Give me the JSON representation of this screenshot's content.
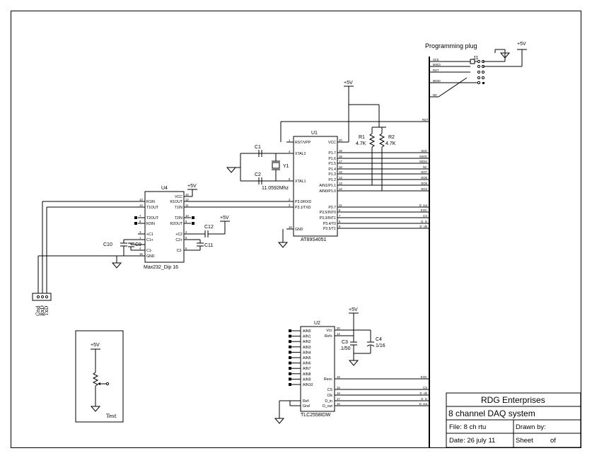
{
  "title_block": {
    "company": "RDG Enterprises",
    "title": "8 channel DAQ system",
    "file_label": "File: 8 ch rtu",
    "drawn_by_label": "Drawn by:",
    "date_label": "Date: 26 july 11",
    "sheet_label": "Sheet",
    "of_label": "of"
  },
  "programming": {
    "label": "Programming plug",
    "ref": "J1",
    "power": "+5V",
    "net_labels": [
      "SCK",
      "MISO",
      "RST",
      "MOSI",
      "NC"
    ]
  },
  "u1": {
    "ref": "U1",
    "part": "AT89S4051",
    "left_pins": [
      "RST/VPP",
      "XTAL2",
      "XTAL1",
      "P3.0/RXD",
      "P3.1/TXD",
      "GND"
    ],
    "left_nums": [
      "1",
      "4",
      "5",
      "2",
      "3",
      "10"
    ],
    "right_pins": [
      "VCC",
      "P1.7",
      "P1.6",
      "P1.5",
      "P1.4",
      "P1.3",
      "P1.2",
      "AIN1/P1.1",
      "AIN0/P1.0",
      "P3.7",
      "P3.5/INT0",
      "P3.3/INT1",
      "P3.4/T0",
      "P3.5/T1"
    ],
    "right_nums": [
      "20",
      "19",
      "18",
      "17",
      "16",
      "15",
      "14",
      "13",
      "12",
      "11",
      "6",
      "7",
      "8",
      "9"
    ],
    "nets_top": [
      "SCK",
      "MISO",
      "MOSI",
      "NC",
      "DO7",
      "DO6",
      "DO5",
      "DO4"
    ],
    "nets_bottom": [
      "D_out",
      "EOC",
      "CS",
      "D_in",
      "D_clk"
    ],
    "rst_net": "RST",
    "power": "+5V"
  },
  "crystal": {
    "ref": "Y1",
    "value": "11.0592Mhz",
    "c1": "C1",
    "c2": "C2"
  },
  "pullups": {
    "r1": "R1",
    "r1_value": "4.7K",
    "r2": "R2",
    "r2_value": "4.7K"
  },
  "u4": {
    "ref": "U4",
    "part": "Max232_Dip 16",
    "left_pins": [
      "R1IN",
      "T1OUT",
      "T2OUT",
      "R2IN",
      "+C1",
      "C1+",
      "C1-",
      "GND"
    ],
    "left_nums": [
      "13",
      "14",
      "7",
      "8",
      "3",
      "1",
      "4",
      "15"
    ],
    "right_pins": [
      "VCC",
      "R1OUT",
      "T1IN",
      "T2IN",
      "R2OUT",
      "+C2",
      "C2+",
      "C2-"
    ],
    "right_nums": [
      "16",
      "12",
      "11",
      "10",
      "9",
      "2",
      "5",
      "6"
    ],
    "power": "+5V",
    "power2": "+5V",
    "caps": [
      "C10",
      "C9",
      "C12",
      "C11"
    ]
  },
  "connector": {
    "labels": [
      "Gnd",
      "RxD",
      "TxD"
    ]
  },
  "u2": {
    "ref": "U2",
    "part": "TLC2558IDW",
    "left_pins": [
      "AIN0",
      "AIN1",
      "AIN2",
      "AIN3",
      "AIN4",
      "AIN5",
      "AIN6",
      "AIN7",
      "AIN8",
      "AIN9",
      "AIN10",
      "Ref-",
      "Gnd"
    ],
    "right_pins": [
      "Vcc",
      "Ref+",
      "Reoc",
      "CS",
      "Clk",
      "D_in",
      "D_out"
    ],
    "right_nums": [
      "20",
      "14",
      "19",
      "15",
      "18",
      "17",
      "16"
    ],
    "power": "+5V",
    "c3": "C3",
    "c3_value": ".1/50",
    "c4": "C4",
    "c4_value": "1/16",
    "nets": [
      "EOC",
      "CS",
      "D_clk",
      "D_in",
      "D_out"
    ]
  },
  "test": {
    "power": "+5V",
    "label": "Test"
  }
}
